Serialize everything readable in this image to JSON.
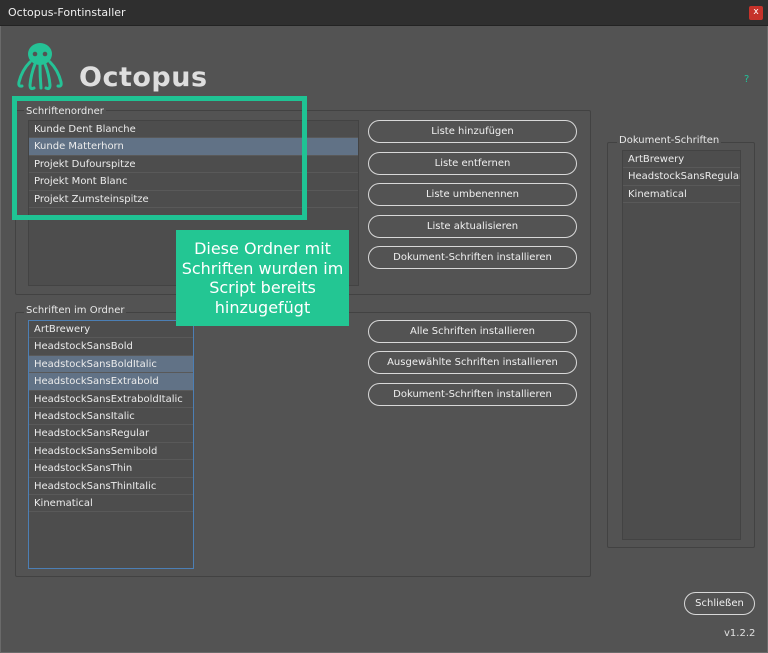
{
  "window": {
    "title": "Octopus-Fontinstaller",
    "close_label": "x"
  },
  "header": {
    "app_name": "Octopus",
    "help_label": "?"
  },
  "folders": {
    "label": "Schriftenordner",
    "items": [
      "Kunde Dent Blanche",
      "Kunde Matterhorn",
      "Projekt Dufourspitze",
      "Projekt Mont Blanc",
      "Projekt Zumsteinspitze"
    ],
    "selected_index": 1
  },
  "folder_buttons": {
    "add": "Liste hinzufügen",
    "remove": "Liste entfernen",
    "rename": "Liste umbenennen",
    "refresh": "Liste aktualisieren",
    "install_document": "Dokument-Schriften installieren"
  },
  "fonts": {
    "label": "Schriften im Ordner",
    "items": [
      "ArtBrewery",
      "HeadstockSansBold",
      "HeadstockSansBoldItalic",
      "HeadstockSansExtrabold",
      "HeadstockSansExtraboldItalic",
      "HeadstockSansItalic",
      "HeadstockSansRegular",
      "HeadstockSansSemibold",
      "HeadstockSansThin",
      "HeadstockSansThinItalic",
      "Kinematical"
    ],
    "selected_indices": [
      2,
      3
    ]
  },
  "font_buttons": {
    "install_all": "Alle Schriften installieren",
    "install_selected": "Ausgewählte Schriften installieren",
    "install_document": "Dokument-Schriften installieren"
  },
  "document_fonts": {
    "label": "Dokument-Schriften",
    "items": [
      "ArtBrewery",
      "HeadstockSansRegular",
      "Kinematical"
    ]
  },
  "callout": {
    "text": "Diese Ordner mit Schriften wurden im Script bereits hinzugefügt"
  },
  "footer": {
    "close_button": "Schließen",
    "version": "v1.2.2"
  },
  "colors": {
    "accent": "#1fc394",
    "background": "#535353",
    "selection": "#617286"
  },
  "icons": {
    "logo": "octopus-logo-icon"
  }
}
